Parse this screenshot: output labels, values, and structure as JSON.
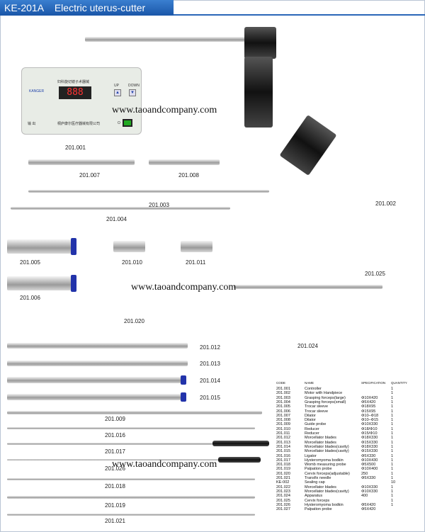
{
  "title": {
    "model": "KE-201A",
    "name": "Electric uterus-cutter"
  },
  "watermark": "www.taoandcompany.com",
  "controller": {
    "display": "888",
    "up": "UP",
    "down": "DOWN",
    "brand": "KANGER",
    "panel_text": "妇科旋切镜子术器械",
    "maker_text": "桐庐康尔医疗器械有限公司",
    "output_label": "输 出",
    "switch_off": "O",
    "switch_on": "I"
  },
  "labels": {
    "l001": "201.001",
    "l002": "201.002",
    "l003": "201.003",
    "l004": "201.004",
    "l005": "201.005",
    "l006": "201.006",
    "l007": "201.007",
    "l008": "201.008",
    "l009": "201.009",
    "l010": "201.010",
    "l011": "201.011",
    "l012": "201.012",
    "l013": "201.013",
    "l014": "201.014",
    "l015": "201.015",
    "l016": "201.016",
    "l017": "201.017",
    "l018": "201.018",
    "l019": "201.019",
    "l020": "201.020",
    "l021": "201.021",
    "l024": "201.024",
    "l025": "201.025",
    "l026": "201.026"
  },
  "table": {
    "headers": [
      "CODE",
      "NAME",
      "SPECIFICATION",
      "QUANTITY"
    ],
    "rows": [
      [
        "201.001",
        "Controller",
        "",
        "1"
      ],
      [
        "201.002",
        "Motor with Handpiece",
        "",
        "1"
      ],
      [
        "201.003",
        "Grasping forceps(large)",
        "Φ10X420",
        "1"
      ],
      [
        "201.004",
        "Grasping forceps(small)",
        "Φ5X420",
        "1"
      ],
      [
        "201.005",
        "Trocar sleeve",
        "Φ18X95",
        "1"
      ],
      [
        "201.006",
        "Trocar sleeve",
        "Φ15X95",
        "1"
      ],
      [
        "201.007",
        "Dilator",
        "Φ10–Φ18",
        "1"
      ],
      [
        "201.008",
        "Dilator",
        "Φ10–Φ15",
        "1"
      ],
      [
        "201.009",
        "Guide probe",
        "Φ10X330",
        "1"
      ],
      [
        "201.010",
        "Reducer",
        "Φ18/Φ10",
        "1"
      ],
      [
        "201.011",
        "Reducer",
        "Φ15/Φ10",
        "1"
      ],
      [
        "201.012",
        "Morcellator blades",
        "Φ18X330",
        "1"
      ],
      [
        "201.013",
        "Morcellator blades",
        "Φ15X330",
        "1"
      ],
      [
        "201.014",
        "Morcellator blades(cavity)",
        "Φ18X330",
        "1"
      ],
      [
        "201.015",
        "Morcellator blades(cavity)",
        "Φ15X330",
        "1"
      ],
      [
        "201.016",
        "Ligator",
        "Φ5X330",
        "1"
      ],
      [
        "201.017",
        "Hysteromyoma bodkin",
        "Φ10X430",
        "1"
      ],
      [
        "201.018",
        "Womb measuring probe",
        "Φ5X500",
        "1"
      ],
      [
        "201.019",
        "Palpation probe",
        "Φ10X400",
        "1"
      ],
      [
        "201.020",
        "Cervix forceps(adjustable)",
        "250",
        "1"
      ],
      [
        "201.021",
        "Transfix needle",
        "Φ5X330",
        "1"
      ],
      [
        "KE-002",
        "Sealing cap",
        "",
        "10"
      ],
      [
        "201.022",
        "Morcellator blades",
        "Φ10X330",
        "1"
      ],
      [
        "201.023",
        "Morcellator blades(cavity)",
        "Φ10X330",
        "1"
      ],
      [
        "201.024",
        "Apparatus",
        "400",
        "1"
      ],
      [
        "201.025",
        "Cervix forceps",
        "",
        "1"
      ],
      [
        "201.026",
        "Hysteromyoma bodkin",
        "Φ5X420",
        "1"
      ],
      [
        "201.027",
        "Palpation probe",
        "Φ5X420",
        ""
      ]
    ]
  }
}
